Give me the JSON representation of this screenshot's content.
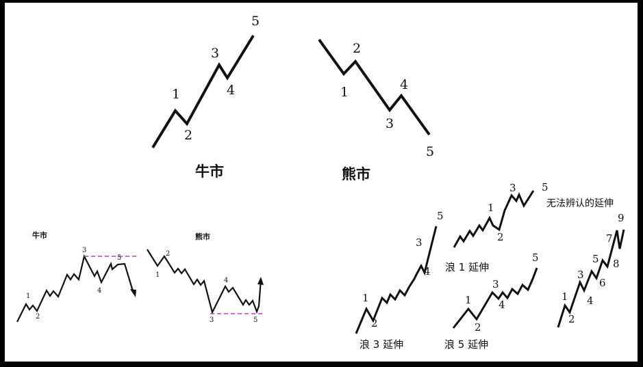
{
  "top": {
    "bull": {
      "title": "牛市",
      "labels": [
        "1",
        "2",
        "3",
        "4",
        "5"
      ]
    },
    "bear": {
      "title": "熊市",
      "labels": [
        "1",
        "2",
        "3",
        "4",
        "5"
      ]
    }
  },
  "bottom_left": {
    "bull": {
      "title": "牛市",
      "labels": [
        "1",
        "2",
        "3",
        "4",
        "5"
      ]
    },
    "bear": {
      "title": "熊市",
      "labels": [
        "1",
        "2",
        "3",
        "4",
        "5"
      ]
    }
  },
  "extensions": {
    "wave3": {
      "caption": "浪 3 延伸",
      "labels": [
        "1",
        "2",
        "3",
        "4",
        "5"
      ]
    },
    "wave1": {
      "caption": "浪 1 延伸",
      "labels": [
        "1",
        "2",
        "3",
        "5"
      ]
    },
    "wave5": {
      "caption": "浪 5 延伸",
      "labels": [
        "1",
        "2",
        "3",
        "4",
        "5"
      ]
    },
    "unknown": {
      "caption": "无法辨认的延伸",
      "labels": [
        "1",
        "2",
        "3",
        "4",
        "5",
        "6",
        "7",
        "8",
        "9"
      ]
    }
  },
  "colors": {
    "line": "#111111",
    "dashed": "#cc33cc"
  }
}
